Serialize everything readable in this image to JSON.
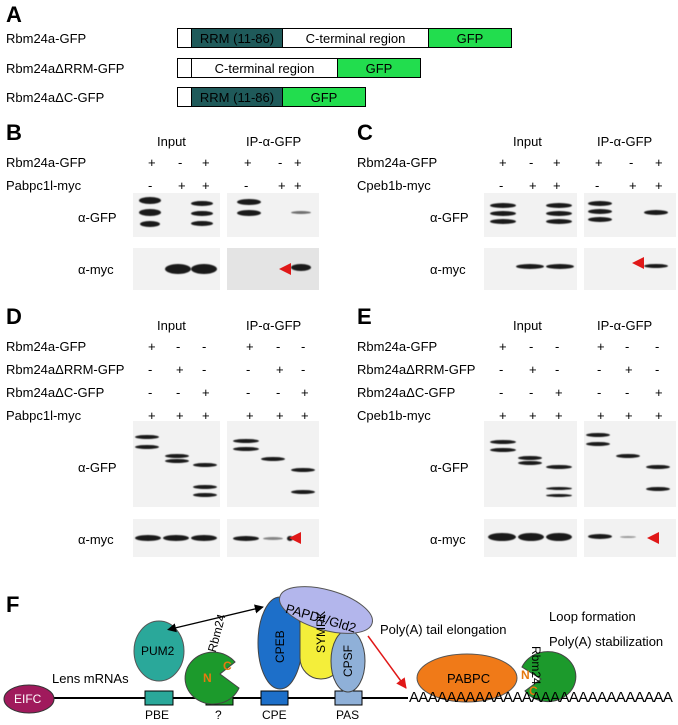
{
  "panel_letters": {
    "a": "A",
    "b": "B",
    "c": "C",
    "d": "D",
    "e": "E",
    "f": "F"
  },
  "constructs": [
    {
      "name": "Rbm24a-GFP",
      "rrm": "RRM (11-86)",
      "cterm": "C-terminal region",
      "gfp": "GFP"
    },
    {
      "name": "Rbm24aΔRRM-GFP",
      "cterm": "C-terminal region",
      "gfp": "GFP"
    },
    {
      "name": "Rbm24aΔC-GFP",
      "rrm": "RRM (11-86)",
      "gfp": "GFP"
    }
  ],
  "headers": {
    "input": "Input",
    "ip": "IP-α-GFP"
  },
  "antibodies": {
    "gfp": "α-GFP",
    "myc": "α-myc"
  },
  "panel_b": {
    "rows": [
      {
        "label": "Rbm24a-GFP",
        "signs": [
          "+",
          "-",
          "+",
          "+",
          "-",
          "+"
        ]
      },
      {
        "label": "Pabpc1l-myc",
        "signs": [
          "-",
          "+",
          "+",
          "-",
          "+",
          "+"
        ]
      }
    ]
  },
  "panel_c": {
    "rows": [
      {
        "label": "Rbm24a-GFP",
        "signs": [
          "+",
          "-",
          "+",
          "+",
          "-",
          "+"
        ]
      },
      {
        "label": "Cpeb1b-myc",
        "signs": [
          "-",
          "+",
          "+",
          "-",
          "+",
          "+"
        ]
      }
    ]
  },
  "panel_d": {
    "rows": [
      {
        "label": "Rbm24a-GFP",
        "signs": [
          "+",
          "-",
          "-",
          "+",
          "-",
          "-"
        ]
      },
      {
        "label": "Rbm24aΔRRM-GFP",
        "signs": [
          "-",
          "+",
          "-",
          "-",
          "+",
          "-"
        ]
      },
      {
        "label": "Rbm24aΔC-GFP",
        "signs": [
          "-",
          "-",
          "+",
          "-",
          "-",
          "+"
        ]
      },
      {
        "label": "Pabpc1l-myc",
        "signs": [
          "+",
          "+",
          "+",
          "+",
          "+",
          "+"
        ]
      }
    ]
  },
  "panel_e": {
    "rows": [
      {
        "label": "Rbm24a-GFP",
        "signs": [
          "+",
          "-",
          "-",
          "+",
          "-",
          "-"
        ]
      },
      {
        "label": "Rbm24aΔRRM-GFP",
        "signs": [
          "-",
          "+",
          "-",
          "-",
          "+",
          "-"
        ]
      },
      {
        "label": "Rbm24aΔC-GFP",
        "signs": [
          "-",
          "-",
          "+",
          "-",
          "-",
          "+"
        ]
      },
      {
        "label": "Cpeb1b-myc",
        "signs": [
          "+",
          "+",
          "+",
          "+",
          "+",
          "+"
        ]
      }
    ]
  },
  "model": {
    "eifc": "EIFC",
    "lens_mrnas": "Lens mRNAs",
    "pum2": "PUM2",
    "rbm24": "Rbm24",
    "n": "N",
    "c": "C",
    "cpeb": "CPEB",
    "sympk": "SYMPK",
    "cpsf": "CPSF",
    "papd": "PAPD4/Gld2",
    "pabpc": "PABPC",
    "elements": {
      "pbe": "PBE",
      "q": "?",
      "cpe": "CPE",
      "pas": "PAS"
    },
    "polya_elong": "Poly(A) tail elongation",
    "loop": "Loop formation",
    "polya_stab": "Poly(A) stabilization",
    "polya_tail": "AAAAAAAAAAAAAAAAAAAAAAAAAAAA"
  },
  "colors": {
    "rrm": "#1f5a5a",
    "gfp": "#22dd4e",
    "pum2": "#2aa89a",
    "rbm24": "#1c9a2c",
    "cpeb": "#1d6fc9",
    "sympk": "#f4ee3a",
    "cpsf": "#8fb0d8",
    "papd": "#b3b6ec",
    "pabpc": "#f07a18",
    "eifc": "#a01a5c",
    "arrow": "#e01818"
  }
}
